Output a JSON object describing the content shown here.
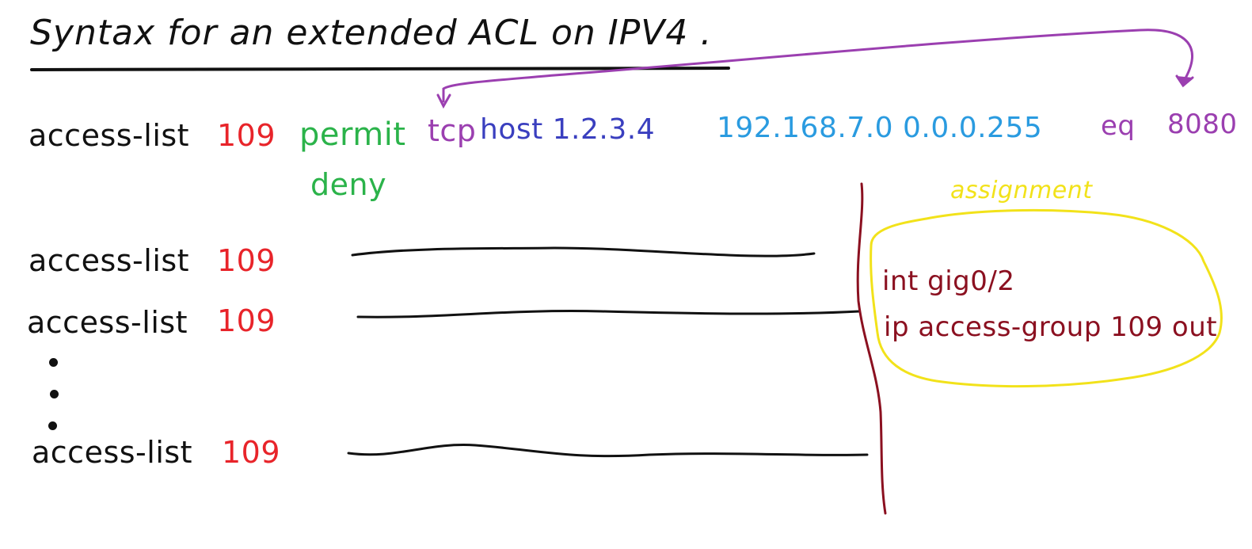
{
  "title": "Syntax for an extended ACL on IPV4 .",
  "syntax_line": {
    "command": "access-list",
    "acl_number": "109",
    "action": "permit",
    "action_alt": "deny",
    "protocol": "tcp",
    "source": "host 1.2.3.4",
    "destination": "192.168.7.0 0.0.0.255",
    "operator": "eq",
    "port": "8080"
  },
  "rows": [
    {
      "command": "access-list",
      "acl_number": "109"
    },
    {
      "command": "access-list",
      "acl_number": "109"
    },
    {
      "command": "access-list",
      "acl_number": "109"
    }
  ],
  "assignment": {
    "label": "assignment",
    "lines": [
      "int gig0/2",
      "ip access-group 109 out"
    ]
  },
  "colors": {
    "ink": "#111111",
    "acl_number": "#e8242a",
    "action": "#2bb34a",
    "protocol": "#9b3fb0",
    "source": "#3a3fbf",
    "destination": "#2a9be0",
    "operator": "#9b3fb0",
    "assignment_label": "#f2e21a",
    "assignment_config": "#8b1020",
    "cloud": "#f2e21a",
    "divider": "#8b1020",
    "arrow": "#9b3fb0"
  }
}
